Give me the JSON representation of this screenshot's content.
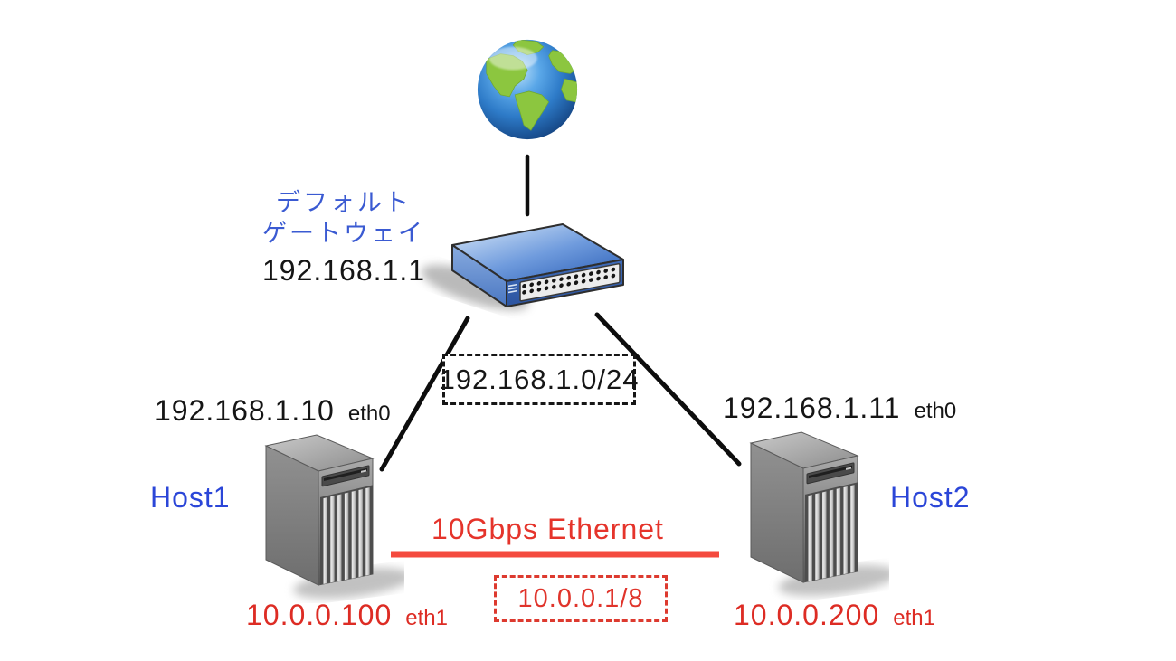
{
  "internet": {
    "icon": "globe-icon"
  },
  "gateway": {
    "icon": "network-switch-icon",
    "name_ja_line1": "デフォルト",
    "name_ja_line2": "ゲートウェイ",
    "ip": "192.168.1.1"
  },
  "lan": {
    "cidr": "192.168.1.0/24"
  },
  "interconnect": {
    "label": "10Gbps Ethernet",
    "cidr": "10.0.0.1/8"
  },
  "hosts": [
    {
      "name": "Host1",
      "icon": "server-icon",
      "eth0_ip": "192.168.1.10",
      "eth0_name": "eth0",
      "eth1_ip": "10.0.0.100",
      "eth1_name": "eth1"
    },
    {
      "name": "Host2",
      "icon": "server-icon",
      "eth0_ip": "192.168.1.11",
      "eth0_name": "eth0",
      "eth1_ip": "10.0.0.200",
      "eth1_name": "eth1"
    }
  ],
  "colors": {
    "gateway_label_blue": "#3A5AD2",
    "host_name_blue": "#2B46D8",
    "red_text": "#DD2C24",
    "red_line": "#F44A3E",
    "black": "#161616"
  }
}
